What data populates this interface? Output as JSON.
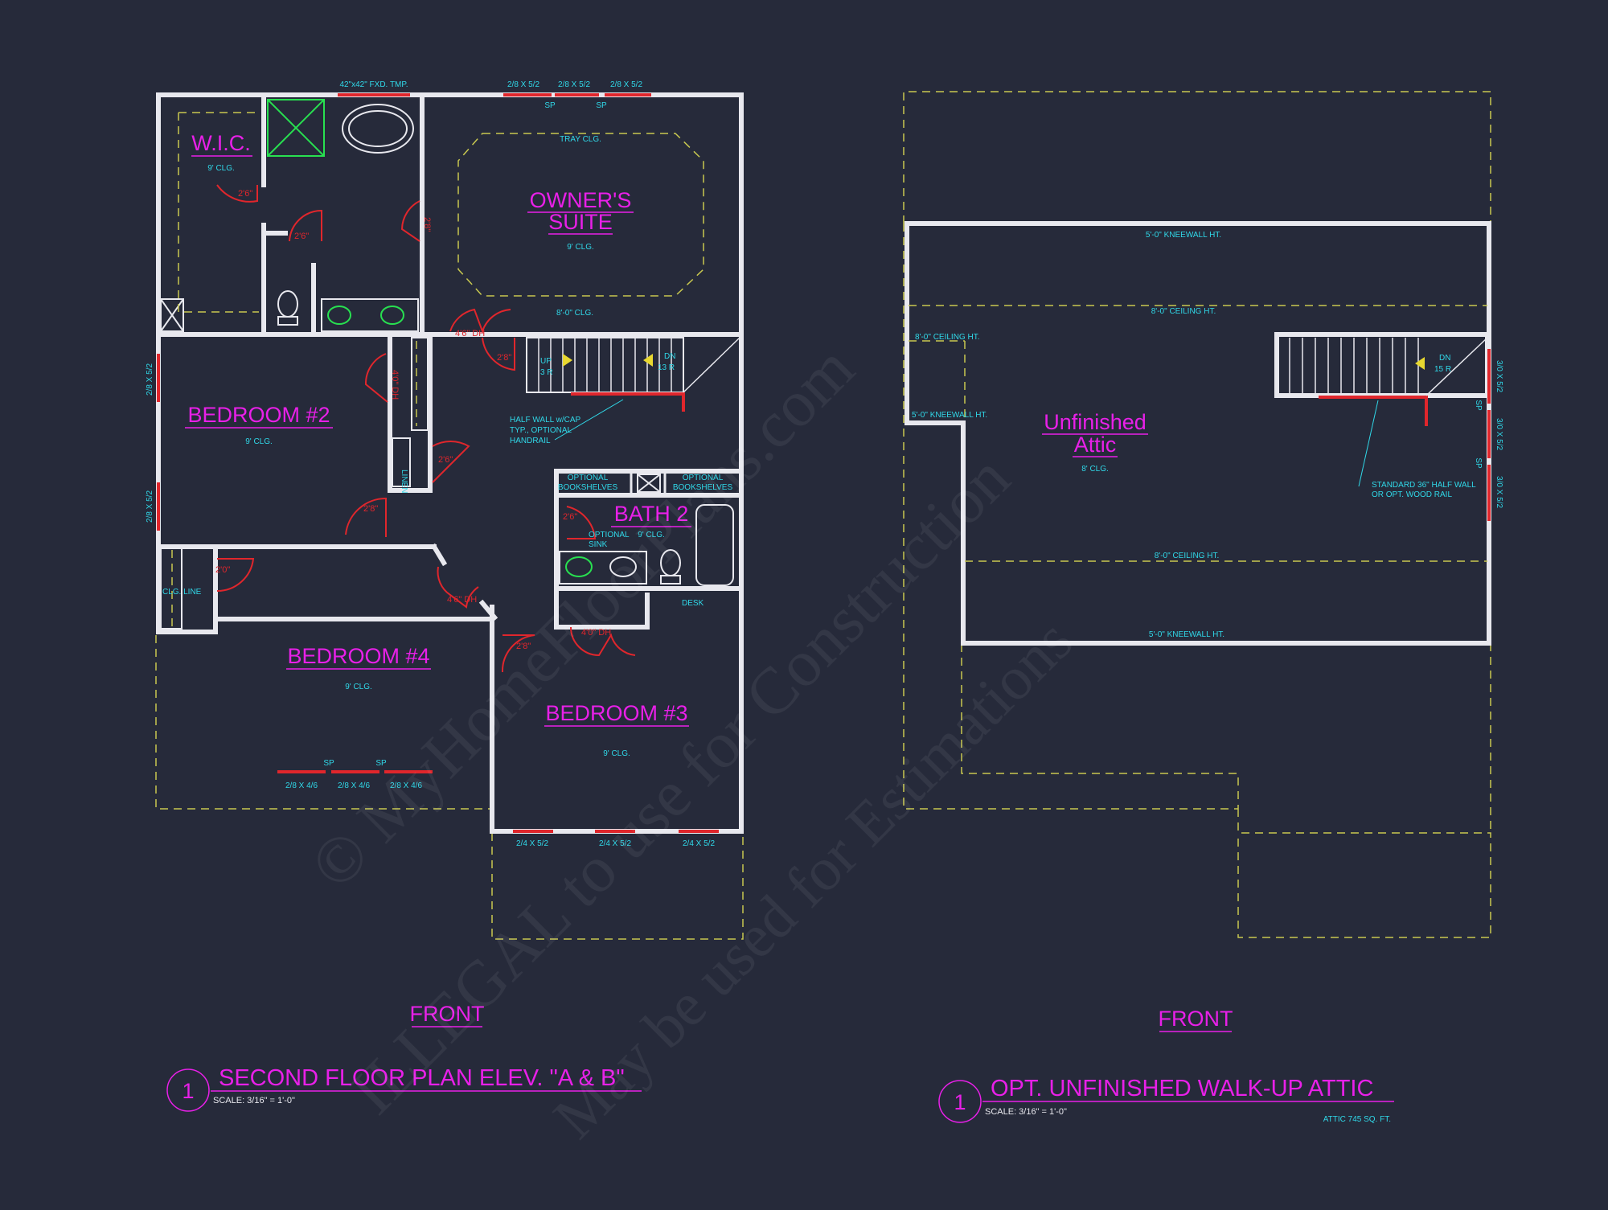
{
  "colors": {
    "background": "#262a3a",
    "walls": "#e8e8ee",
    "room_labels": "#e820e8",
    "notes": "#30d8e8",
    "doors_windows": "#e0262c",
    "dashed_lines": "#c8c850"
  },
  "plan_left": {
    "rooms": {
      "wic": "W.I.C.",
      "wic_clg": "9' CLG.",
      "owners_suite_1": "OWNER'S",
      "owners_suite_2": "SUITE",
      "owners_clg": "9' CLG.",
      "tray_clg": "TRAY CLG.",
      "bed2": "BEDROOM #2",
      "bed2_clg": "9' CLG.",
      "bath2": "BATH 2",
      "bath2_clg": "9' CLG.",
      "bed4": "BEDROOM #4",
      "bed4_clg": "9' CLG.",
      "bed3": "BEDROOM #3",
      "bed3_clg": "9' CLG."
    },
    "notes": {
      "fxd_tmp": "42\"x42\" FXD. TMP.",
      "clg_8": "8'-0\" CLG.",
      "half_wall_1": "HALF WALL w/CAP",
      "half_wall_2": "TYP., OPTIONAL",
      "half_wall_3": "HANDRAIL",
      "opt_bookshelves_1a": "OPTIONAL",
      "opt_bookshelves_1b": "BOOKSHELVES",
      "opt_bookshelves_2a": "OPTIONAL",
      "opt_bookshelves_2b": "BOOKSHELVES",
      "opt_sink_1": "OPTIONAL",
      "opt_sink_2": "SINK",
      "desk": "DESK",
      "clg_line": "CLG. LINE",
      "linen": "LINEN",
      "up": "UP",
      "up_risers": "3 R",
      "dn": "DN",
      "dn_risers": "13 R"
    },
    "windows": {
      "top_1": "2/8 X 5/2",
      "top_2": "2/8 X 5/2",
      "top_3": "2/8 X 5/2",
      "left_1": "2/8 X 5/2",
      "left_2": "2/8 X 5/2",
      "bed4_1": "2/8 X 4/6",
      "bed4_2": "2/8 X 4/6",
      "bed4_3": "2/8 X 4/6",
      "bed3_1": "2/4 X 5/2",
      "bed3_2": "2/4 X 5/2",
      "bed3_3": "2/4 X 5/2",
      "sp": "SP"
    },
    "doors": {
      "d26": "2'6\"",
      "d28": "2'8\"",
      "d46dh": "4'6\" DH",
      "d40dh": "4'0\" DH",
      "d20": "2'0\""
    },
    "front": "FRONT",
    "title_number": "1",
    "title": "SECOND FLOOR PLAN ELEV. \"A & B\"",
    "scale": "SCALE: 3/16\" = 1'-0\""
  },
  "plan_right": {
    "room_1": "Unfinished",
    "room_2": "Attic",
    "room_clg": "8' CLG.",
    "notes": {
      "kneewall_top": "5'-0\" KNEEWALL HT.",
      "ceiling_top": "8'-0\" CEILING HT.",
      "ceiling_left": "8'-0\" CEILING HT.",
      "kneewall_left": "5'-0\" KNEEWALL HT.",
      "ceiling_bottom": "8'-0\" CEILING HT.",
      "kneewall_bottom": "5'-0\" KNEEWALL HT.",
      "half_wall_1": "STANDARD 36\" HALF WALL",
      "half_wall_2": "OR OPT. WOOD RAIL",
      "dn": "DN",
      "dn_risers": "15 R"
    },
    "windows": {
      "w1": "3/0 X 5/2",
      "w2": "3/0 X 5/2",
      "w3": "3/0 X 5/2",
      "sp": "SP"
    },
    "front": "FRONT",
    "title_number": "1",
    "title": "OPT. UNFINISHED WALK-UP ATTIC",
    "scale": "SCALE: 3/16\" = 1'-0\"",
    "area": "ATTIC 745 SQ. FT."
  },
  "watermark": {
    "line1": "© MyHomeFloorPlans.com",
    "line2": "ILLEGAL to use for Construction",
    "line3": "May be used for Estimations"
  }
}
